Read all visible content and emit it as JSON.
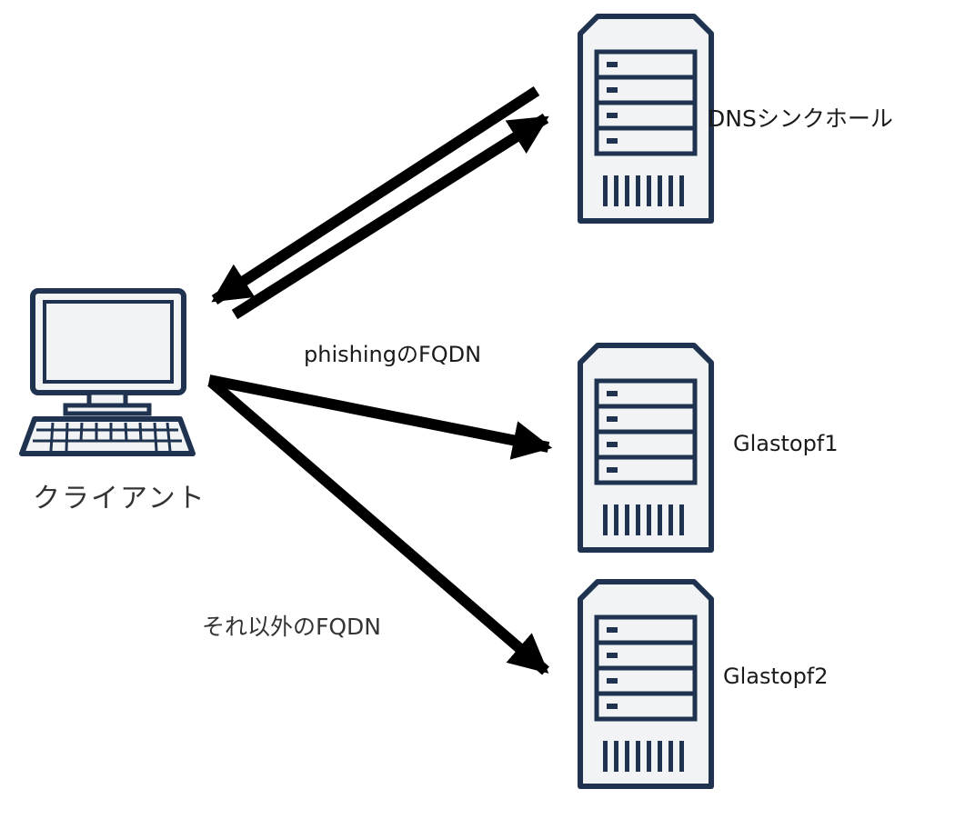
{
  "nodes": {
    "dns_server": {
      "label": "DNSシンクホール",
      "icon": "server-tower-icon"
    },
    "glastopf1": {
      "label": "Glastopf1",
      "icon": "server-tower-icon"
    },
    "glastopf2": {
      "label": "Glastopf2",
      "icon": "server-tower-icon"
    },
    "client": {
      "label": "クライアント",
      "icon": "desktop-computer-icon"
    }
  },
  "edges": {
    "phishing": {
      "label": "phishingのFQDN",
      "from": "client",
      "to": "glastopf1"
    },
    "other": {
      "label": "それ以外のFQDN",
      "from": "client",
      "to": "glastopf2"
    },
    "dns_query": {
      "from": "client",
      "to": "dns_server"
    },
    "dns_reply": {
      "from": "dns_server",
      "to": "client"
    }
  },
  "colors": {
    "icon_stroke": "#1f3350",
    "icon_fill": "#f1f3f5",
    "arrow": "#000000"
  }
}
